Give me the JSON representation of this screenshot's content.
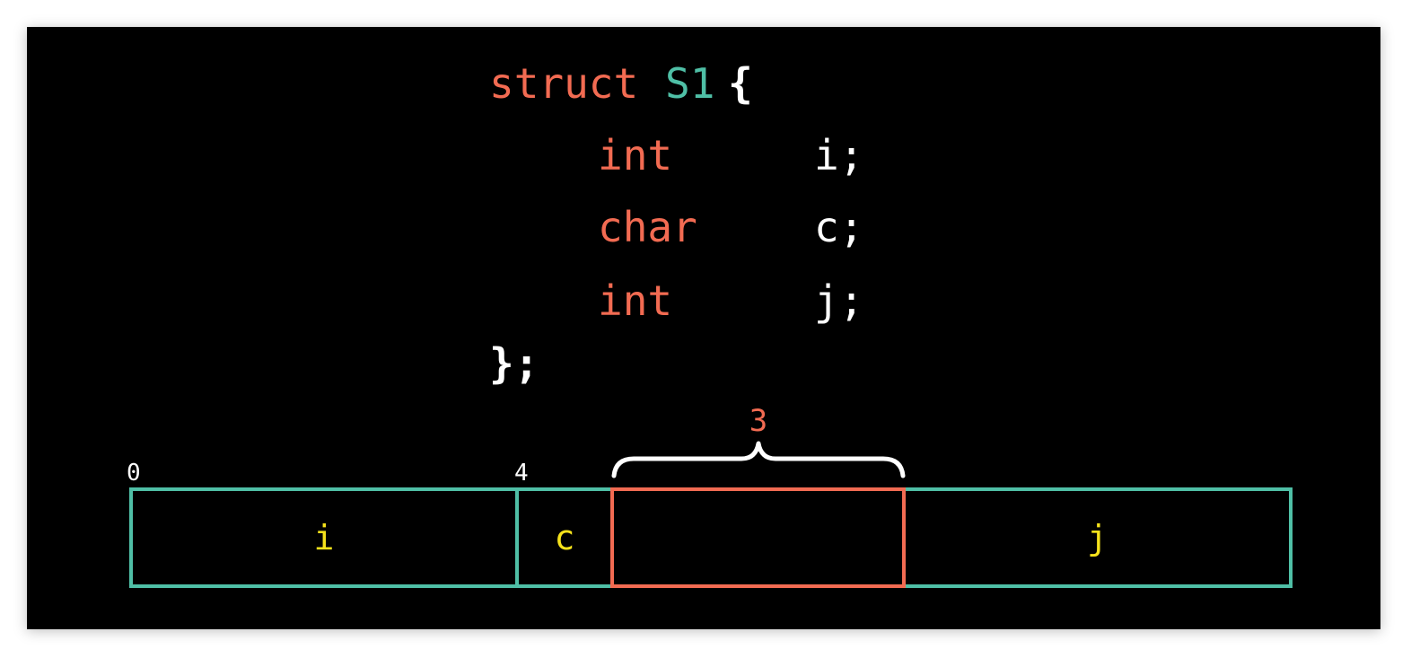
{
  "code": {
    "line1": {
      "keyword": "struct",
      "name": "S1",
      "brace_open": "{"
    },
    "fields": [
      {
        "type": "int",
        "name": "i;"
      },
      {
        "type": "char",
        "name": "c;"
      },
      {
        "type": "int",
        "name": "j;"
      }
    ],
    "closing": "};"
  },
  "memory_layout": {
    "offset_labels": [
      "0",
      "4"
    ],
    "fields": [
      {
        "label": "i",
        "size": 4,
        "kind": "field"
      },
      {
        "label": "c",
        "size": 1,
        "kind": "field"
      },
      {
        "label": "",
        "size": 3,
        "kind": "padding"
      },
      {
        "label": "j",
        "size": 4,
        "kind": "field"
      }
    ],
    "padding_label": "3"
  },
  "colors": {
    "background": "#000000",
    "keyword": "#f26b52",
    "type_name": "#4fbfa6",
    "text": "#ffffff",
    "field_label": "#f5e21b",
    "field_box": "#4fbfa6",
    "padding_box": "#f26b52",
    "brace": "#ffffff"
  }
}
